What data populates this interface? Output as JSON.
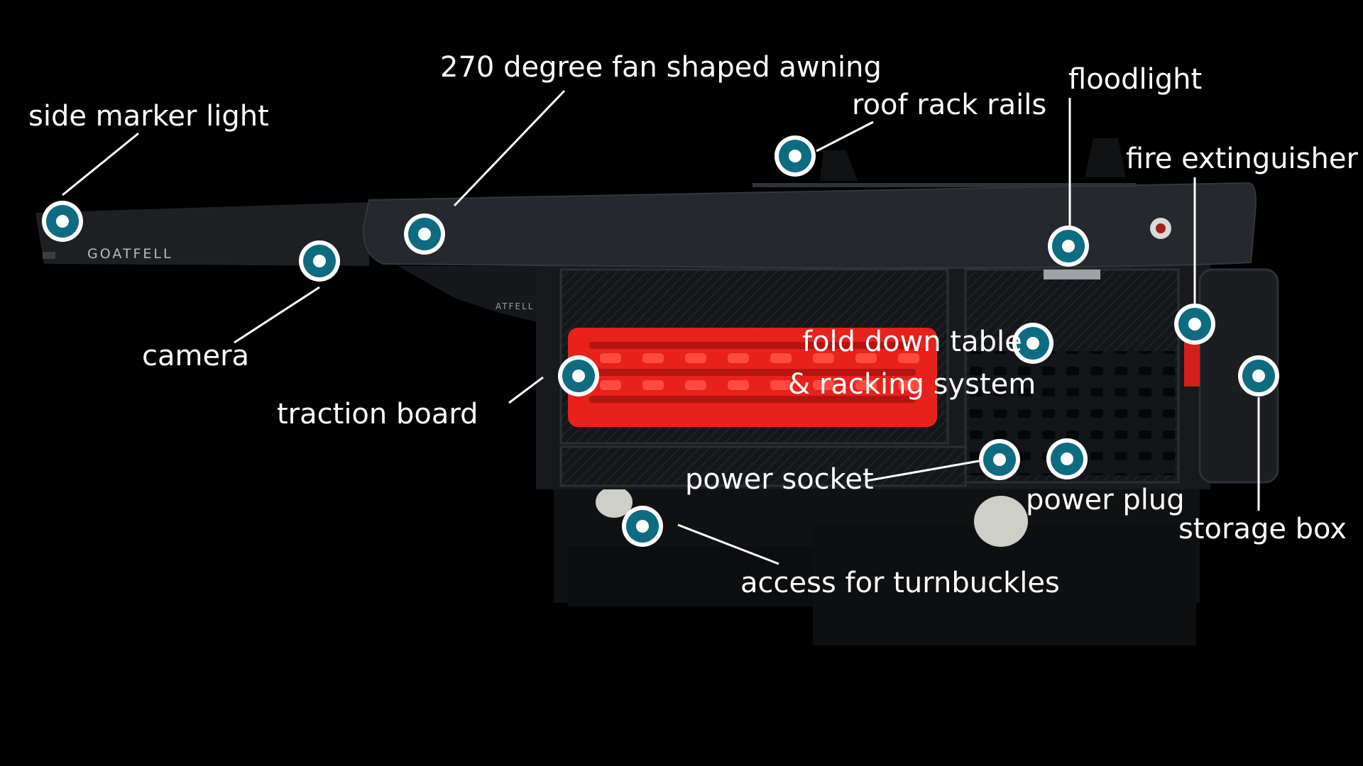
{
  "brand": {
    "panel_text": "GOATFELL",
    "rear_text": "ATFELL"
  },
  "colors": {
    "background": "#000000",
    "hotspot_ring": "#ffffff",
    "hotspot_fill": "#0f6b80",
    "traction_board": "#e8211c",
    "body": "#16181b",
    "awning": "#23262a"
  },
  "annotations": {
    "side_marker_light": "side marker light",
    "awning": "270 degree fan shaped awning",
    "roof_rack_rails": "roof rack rails",
    "floodlight": "floodlight",
    "fire_extinguisher": "fire extinguisher",
    "camera": "camera",
    "traction_board": "traction board",
    "fold_down_table_line1": "fold down table",
    "fold_down_table_line2": "& racking system",
    "power_socket": "power socket",
    "power_plug": "power plug",
    "storage_box": "storage box",
    "access_turnbuckles": "access for turnbuckles"
  },
  "hotspot_icon": "circle-hotspot-icon"
}
